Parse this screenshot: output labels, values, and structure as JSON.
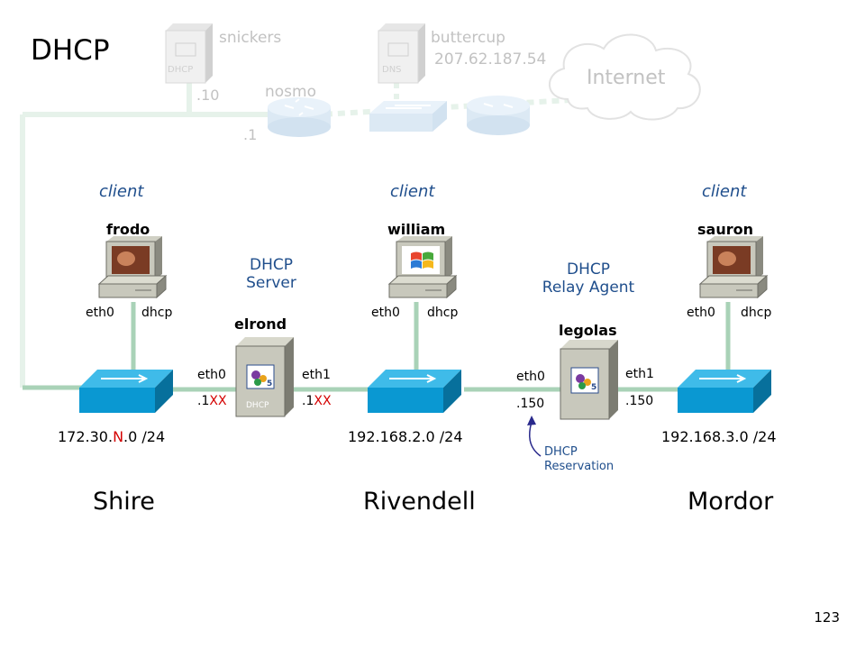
{
  "page": {
    "title": "DHCP",
    "page_number": "123"
  },
  "top_area": {
    "snickers": {
      "name": "snickers",
      "badge": "DHCP",
      "octet": ".10"
    },
    "buttercup": {
      "name": "buttercup",
      "ip": "207.62.187.54",
      "badge": "DNS"
    },
    "router": {
      "name": "nosmo",
      "octet": ".1"
    },
    "cloud": {
      "label": "Internet"
    }
  },
  "clients": {
    "frodo": {
      "role": "client",
      "name": "frodo",
      "iface": "eth0",
      "mode": "dhcp"
    },
    "william": {
      "role": "client",
      "name": "william",
      "iface": "eth0",
      "mode": "dhcp"
    },
    "sauron": {
      "role": "client",
      "name": "sauron",
      "iface": "eth0",
      "mode": "dhcp"
    }
  },
  "servers": {
    "elrond": {
      "role_line1": "DHCP",
      "role_line2": "Server",
      "name": "elrond",
      "eth0": "eth0",
      "eth0_prefix": ".1",
      "eth0_suffix": "XX",
      "eth1": "eth1",
      "eth1_prefix": ".1",
      "eth1_suffix": "XX",
      "badge": "DHCP",
      "os_badge": "CentOS 5"
    },
    "legolas": {
      "role_line1": "DHCP",
      "role_line2": "Relay Agent",
      "name": "legolas",
      "eth0": "eth0",
      "eth0_addr": ".150",
      "eth1": "eth1",
      "eth1_addr": ".150",
      "os_badge": "CentOS 5",
      "annotation_line1": "DHCP",
      "annotation_line2": "Reservation"
    }
  },
  "networks": {
    "shire": {
      "net_prefix": "172.30.",
      "net_var": "N",
      "net_suffix": ".0 /24",
      "site": "Shire"
    },
    "rivendell": {
      "net": "192.168.2.0 /24",
      "site": "Rivendell"
    },
    "mordor": {
      "net": "192.168.3.0 /24",
      "site": "Mordor"
    }
  },
  "colors": {
    "link": "#a9d2b7",
    "switch": "#0a98d2",
    "role_text": "#1f4e8c",
    "highlight": "#d40000"
  }
}
